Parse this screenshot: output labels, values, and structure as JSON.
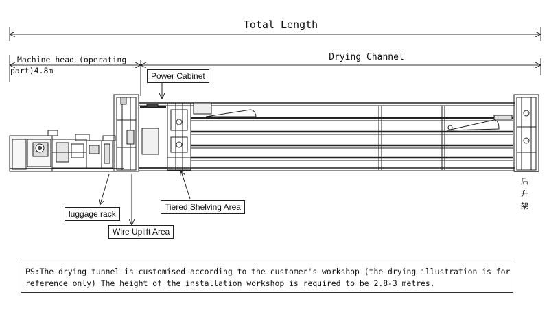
{
  "dimensions": {
    "total_length": "Total Length",
    "machine_head_line1": "Machine head (operating",
    "machine_head_line2": "part)4.8m",
    "drying_channel": "Drying Channel"
  },
  "callouts": {
    "power_cabinet": "Power Cabinet",
    "luggage_rack": "luggage rack",
    "wire_uplift": "Wire Uplift Area",
    "tiered_shelving": "Tiered Shelving Area"
  },
  "rear_lift_chars": [
    "后",
    "升",
    "架"
  ],
  "note": {
    "line1": "PS:The drying tunnel is customised according to the customer's workshop (the drying illustration is for",
    "line2": "reference only) The height of the installation workshop is required to be 2.8-3 metres."
  }
}
